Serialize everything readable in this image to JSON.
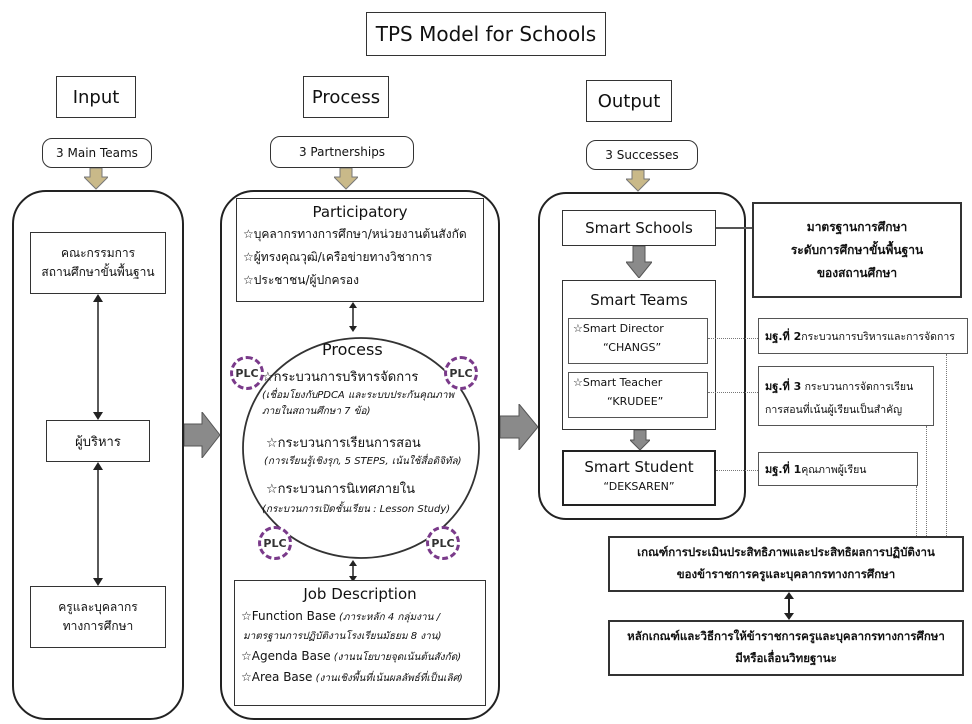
{
  "title": "TPS Model for Schools",
  "columns": {
    "input": {
      "header": "Input",
      "subheader": "3 Main Teams",
      "boxes": [
        {
          "lines": [
            "คณะกรรมการ",
            "สถานศึกษาขั้นพื้นฐาน"
          ]
        },
        {
          "lines": [
            "ผู้บริหาร"
          ]
        },
        {
          "lines": [
            "ครูและบุคลากร",
            "ทางการศึกษา"
          ]
        }
      ]
    },
    "process": {
      "header": "Process",
      "subheader": "3 Partnerships",
      "participatory": {
        "title": "Participatory",
        "items": [
          "☆บุคลากรทางการศึกษา/หน่วยงานต้นสังกัด",
          "☆ผู้ทรงคุณวุฒิ/เครือข่ายทางวิชาการ",
          "☆ประชาชน/ผู้ปกครอง"
        ]
      },
      "cycle": {
        "title": "Process",
        "plc_label": "PLC",
        "items": [
          {
            "main": "☆กระบวนการบริหารจัดการ",
            "sub": [
              "(เชื่อมโยงกับPDCA และระบบประกันคุณภาพ",
              "ภายในสถานศึกษา 7 ข้อ)"
            ]
          },
          {
            "main": "☆กระบวนการเรียนการสอน",
            "sub": [
              "(การเรียนรู้เชิงรุก, 5 STEPS, เน้นใช้สื่อดิจิทัล)"
            ]
          },
          {
            "main": "☆กระบวนการนิเทศภายใน",
            "sub": [
              "(กระบวนการเปิดชั้นเรียน : Lesson Study)"
            ]
          }
        ]
      },
      "job": {
        "title": "Job Description",
        "items": [
          {
            "main": "☆Function Base",
            "sub": " (ภาระหลัก 4 กลุ่มงาน /"
          },
          {
            "main": "",
            "sub": "มาตรฐานการปฏิบัติงานโรงเรียนมัธยม 8 งาน)"
          },
          {
            "main": "☆Agenda Base",
            "sub": " (งานนโยบายจุดเน้นต้นสังกัด)"
          },
          {
            "main": "☆Area Base",
            "sub": " (งานเชิงพื้นที่เน้นผลลัพธ์ที่เป็นเลิศ)"
          }
        ]
      }
    },
    "output": {
      "header": "Output",
      "subheader": "3 Successes",
      "smart_schools": "Smart Schools",
      "smart_teams": "Smart Teams",
      "director": {
        "label": "☆Smart Director",
        "code": "“CHANGS”"
      },
      "teacher": {
        "label": "☆Smart Teacher",
        "code": "“KRUDEE”"
      },
      "student": {
        "label": "Smart Student",
        "code": "“DEKSAREN”"
      }
    }
  },
  "standards": {
    "header": [
      "มาตรฐานการศึกษา",
      "ระดับการศึกษาขั้นพื้นฐาน",
      "ของสถานศึกษา"
    ],
    "std2": {
      "bold": "มฐ.ที่ 2",
      "text": " กระบวนการบริหารและการจัดการ"
    },
    "std3": {
      "bold": "มฐ.ที่ 3",
      "text": " กระบวนการจัดการเรียน",
      "line2": "การสอนที่เน้นผู้เรียนเป็นสำคัญ"
    },
    "std1": {
      "bold": "มฐ.ที่ 1",
      "text": " คุณภาพผู้เรียน"
    }
  },
  "criteria": {
    "evaluation": [
      "เกณฑ์การประเมินประสิทธิภาพและประสิทธิผลการปฏิบัติงาน",
      "ของข้าราชการครูและบุคลากรทางการศึกษา"
    ],
    "promotion": [
      "หลักเกณฑ์และวิธีการให้ข้าราชการครูและบุคลากรทางการศึกษา",
      "มีหรือเลื่อนวิทยฐานะ"
    ]
  }
}
